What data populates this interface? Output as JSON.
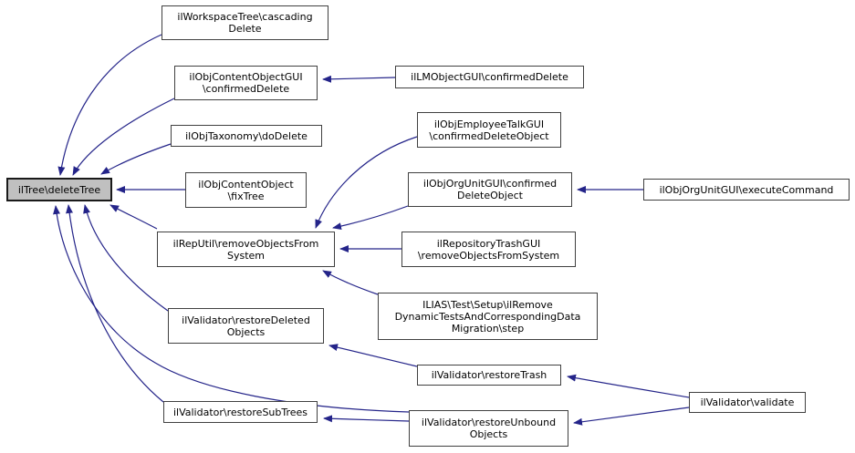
{
  "diagram": {
    "type": "caller-graph",
    "focus_node": "ilTree\\deleteTree",
    "colors": {
      "edge": "#242489",
      "node_border": "#404040",
      "focus_fill": "#c0c0c0",
      "node_fill": "#ffffff",
      "text": "#000000",
      "background": "#ffffff"
    },
    "nodes": [
      {
        "id": "deleteTree",
        "label": "ilTree\\deleteTree",
        "highlighted": true
      },
      {
        "id": "cascadingDelete",
        "label": "ilWorkspaceTree\\cascading\nDelete"
      },
      {
        "id": "confirmedDelete",
        "label": "ilObjContentObjectGUI\n\\confirmedDelete"
      },
      {
        "id": "lmConfirmedDelete",
        "label": "ilLMObjectGUI\\confirmedDelete"
      },
      {
        "id": "doDelete",
        "label": "ilObjTaxonomy\\doDelete"
      },
      {
        "id": "employeeTalk",
        "label": "ilObjEmployeeTalkGUI\n\\confirmedDeleteObject"
      },
      {
        "id": "fixTree",
        "label": "ilObjContentObject\n\\fixTree"
      },
      {
        "id": "orgUnitConfirmed",
        "label": "ilObjOrgUnitGUI\\confirmed\nDeleteObject"
      },
      {
        "id": "orgUnitExecute",
        "label": "ilObjOrgUnitGUI\\executeCommand"
      },
      {
        "id": "repUtil",
        "label": "ilRepUtil\\removeObjectsFrom\nSystem"
      },
      {
        "id": "repoTrashGui",
        "label": "ilRepositoryTrashGUI\n\\removeObjectsFromSystem"
      },
      {
        "id": "iliasTestStep",
        "label": "ILIAS\\Test\\Setup\\ilRemove\nDynamicTestsAndCorrespondingData\nMigration\\step"
      },
      {
        "id": "restoreDeleted",
        "label": "ilValidator\\restoreDeleted\nObjects"
      },
      {
        "id": "restoreTrash",
        "label": "ilValidator\\restoreTrash"
      },
      {
        "id": "restoreSubTrees",
        "label": "ilValidator\\restoreSubTrees"
      },
      {
        "id": "restoreUnbound",
        "label": "ilValidator\\restoreUnbound\nObjects"
      },
      {
        "id": "validate",
        "label": "ilValidator\\validate"
      }
    ],
    "edges": [
      {
        "from": "cascadingDelete",
        "to": "deleteTree"
      },
      {
        "from": "confirmedDelete",
        "to": "deleteTree"
      },
      {
        "from": "doDelete",
        "to": "deleteTree"
      },
      {
        "from": "fixTree",
        "to": "deleteTree"
      },
      {
        "from": "repUtil",
        "to": "deleteTree"
      },
      {
        "from": "restoreDeleted",
        "to": "deleteTree"
      },
      {
        "from": "restoreSubTrees",
        "to": "deleteTree"
      },
      {
        "from": "restoreUnbound",
        "to": "deleteTree"
      },
      {
        "from": "lmConfirmedDelete",
        "to": "confirmedDelete"
      },
      {
        "from": "employeeTalk",
        "to": "repUtil"
      },
      {
        "from": "orgUnitConfirmed",
        "to": "repUtil"
      },
      {
        "from": "repoTrashGui",
        "to": "repUtil"
      },
      {
        "from": "iliasTestStep",
        "to": "repUtil"
      },
      {
        "from": "orgUnitExecute",
        "to": "orgUnitConfirmed"
      },
      {
        "from": "restoreTrash",
        "to": "restoreDeleted"
      },
      {
        "from": "validate",
        "to": "restoreTrash"
      },
      {
        "from": "validate",
        "to": "restoreUnbound"
      },
      {
        "from": "restoreUnbound",
        "to": "restoreSubTrees"
      }
    ]
  }
}
